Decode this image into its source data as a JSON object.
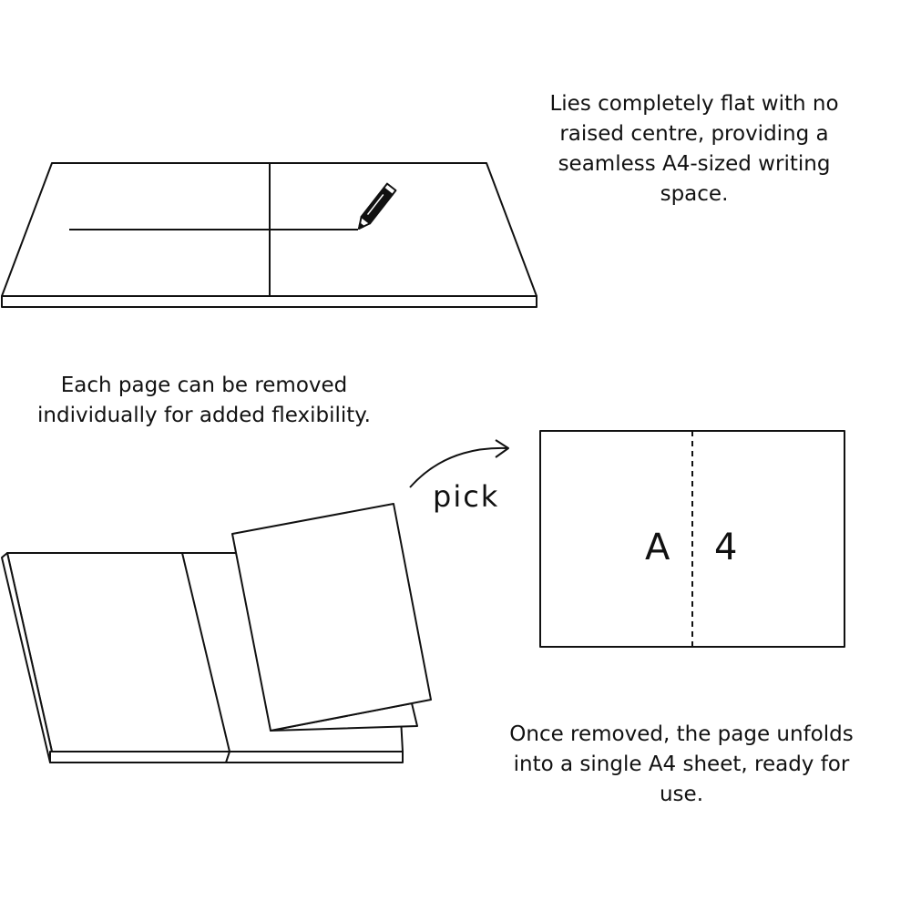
{
  "captions": {
    "flat": [
      "Lies completely flat with no",
      "raised centre, providing a",
      "seamless A4-sized writing",
      "space."
    ],
    "removable": [
      "Each page can be removed",
      "individually for added flexibility."
    ],
    "unfold": [
      "Once removed, the page unfolds",
      "into a single A4 sheet, ready for",
      "use."
    ]
  },
  "labels": {
    "pick": "pick",
    "sheet_left": "A",
    "sheet_right": "4"
  },
  "icons": {
    "pencil": "pencil-icon",
    "arrow": "curved-arrow-icon"
  }
}
